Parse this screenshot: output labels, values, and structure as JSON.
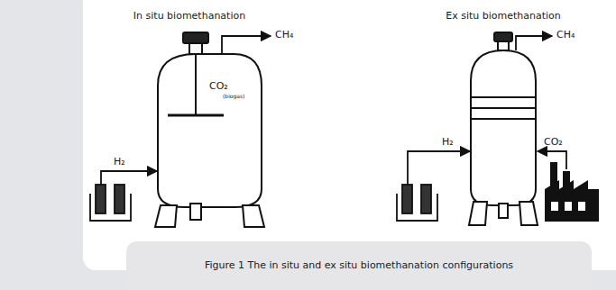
{
  "diagram": {
    "caption": "Figure 1 The in situ and ex situ biomethanation configurations",
    "labels": [
      "In situ biomethanation",
      "Ex situ biomethanation",
      "CH₄",
      "CO₂",
      "(biogas)",
      "H₂",
      "H₂",
      "CH₄",
      "CO₂"
    ]
  }
}
